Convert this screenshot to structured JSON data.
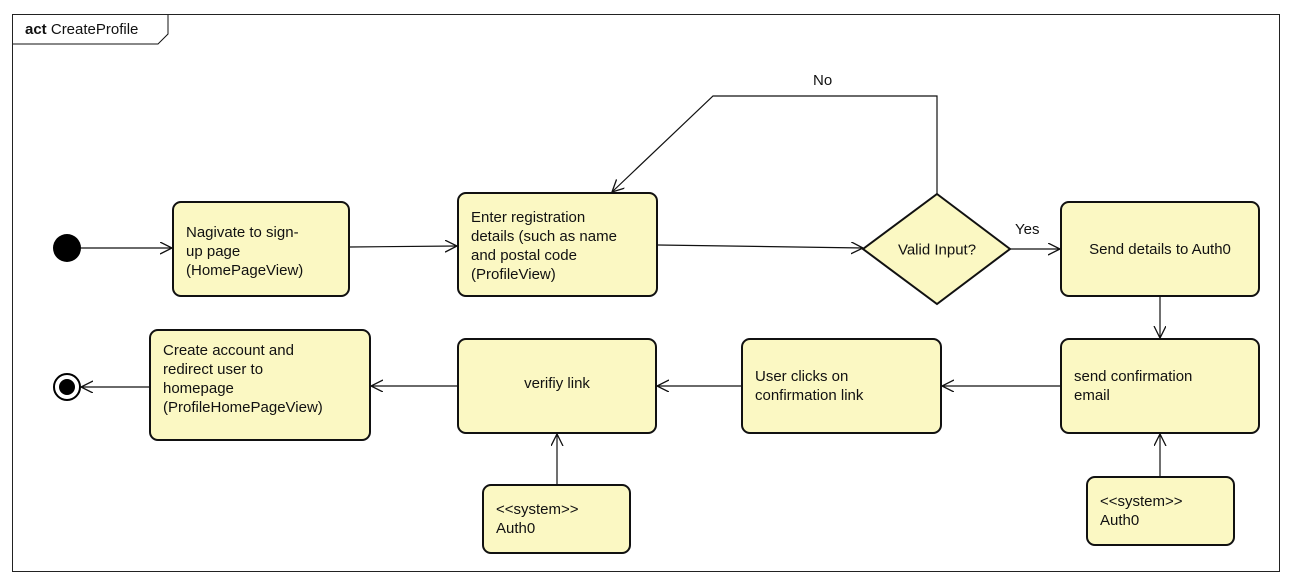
{
  "frame": {
    "keyword": "act",
    "name": "CreateProfile"
  },
  "nodes": {
    "navigate": "Nagivate to sign-\nup page\n(HomePageView)",
    "enter_details": "Enter registration\ndetails (such as name\nand postal code\n(ProfileView)",
    "decision": "Valid Input?",
    "send_auth0": "Send details to Auth0",
    "send_email": "send confirmation\nemail",
    "system_auth0_right": "<<system>>\nAuth0",
    "user_clicks": "User clicks on\nconfirmation link",
    "verify_link": "verifiy link",
    "system_auth0_left": "<<system>>\nAuth0",
    "create_account": "Create account and\nredirect user to\nhomepage\n(ProfileHomePageView)"
  },
  "guards": {
    "no": "No",
    "yes": "Yes"
  },
  "colors": {
    "action_fill": "#fbf8c3",
    "stroke": "#111111"
  }
}
